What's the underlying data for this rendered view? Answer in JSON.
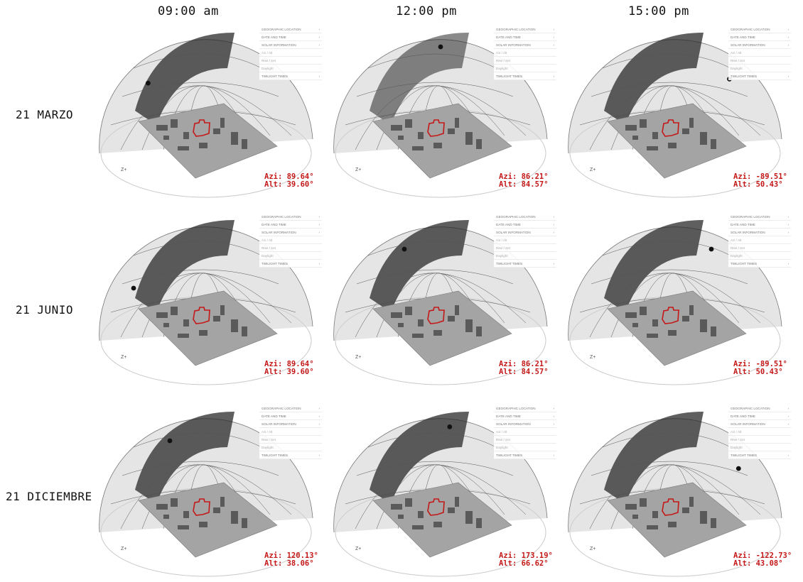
{
  "columns": [
    "09:00 am",
    "12:00 pm",
    "15:00 pm"
  ],
  "rows": [
    "21 MARZO",
    "21 JUNIO",
    "21 DICIEMBRE"
  ],
  "panel_labels": {
    "geo": "GEOGRAPHIC LOCATION",
    "date": "DATE AND TIME",
    "solar": "SOLAR INFORMATION",
    "azi_alt": "Azi / Alt",
    "rise_set": "Rise / Set",
    "daylight": "Daylight",
    "twilight": "TWILIGHT TIMES",
    "chevron": "›"
  },
  "colors": {
    "sphere": "#cfcfcf",
    "sphere_dark": "#2a2a2a",
    "accent": "#c41818",
    "site": "#8a8a8a"
  },
  "cells": [
    {
      "sun_t": 0.18,
      "dark": "left",
      "azi": "Azi: 89.64°",
      "alt": "Alt: 39.60°"
    },
    {
      "sun_t": 0.5,
      "dark": "top",
      "azi": "Azi: 86.21°",
      "alt": "Alt: 84.57°"
    },
    {
      "sun_t": 0.8,
      "dark": "left",
      "azi": "Azi: -89.51°",
      "alt": "Alt: 50.43°"
    },
    {
      "sun_t": 0.1,
      "dark": "left",
      "azi": "Azi: 89.64°",
      "alt": "Alt: 39.60°"
    },
    {
      "sun_t": 0.3,
      "dark": "left",
      "azi": "Azi: 86.21°",
      "alt": "Alt: 84.57°"
    },
    {
      "sun_t": 0.7,
      "dark": "left",
      "azi": "Azi: -89.51°",
      "alt": "Alt: 50.43°"
    },
    {
      "sun_t": 0.3,
      "dark": "left",
      "azi": "Azi: 120.13°",
      "alt": "Alt: 38.06°"
    },
    {
      "sun_t": 0.55,
      "dark": "left",
      "azi": "Azi: 173.19°",
      "alt": "Alt: 66.62°"
    },
    {
      "sun_t": 0.85,
      "dark": "left",
      "azi": "Azi: -122.73°",
      "alt": "Alt: 43.08°"
    }
  ]
}
